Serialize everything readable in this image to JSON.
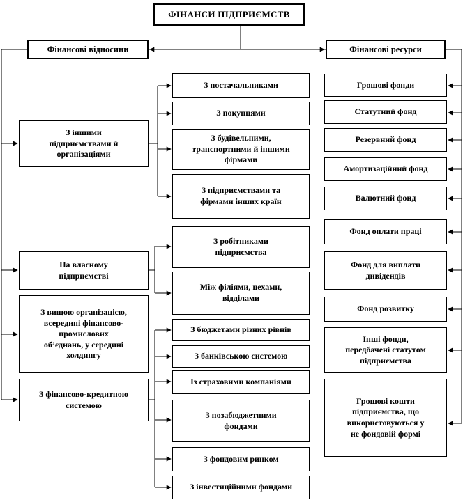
{
  "title": "ФІНАНСИ ПІДПРИЄМСТВ",
  "left_header": "Фінансові відносини",
  "right_header": "Фінансові ресурси",
  "relations": [
    "З іншими\nпідприємствами й\nорганізаціями",
    "На власному\nпідприємстві",
    "З вищою організацією,\nвсередині фінансово-\nпромислових\nоб’єднань, у середині\nхолдингу",
    "З фінансово-кредитною\nсистемою"
  ],
  "relation_details": [
    "З постачальниками",
    "З покупцями",
    "З будівельними,\nтранспортними й іншими\nфірмами",
    "З підприємствами та\nфірмами інших країн",
    "З робітниками\nпідприємства",
    "Між філіями, цехами,\nвідділами",
    "З бюджетами різних рівнів",
    "З банківською системою",
    "Із страховими компаніями",
    "З позабюджетними\nфондами",
    "З фондовим ринком",
    "З інвестиційними фондами"
  ],
  "resources": [
    "Грошові фонди",
    "Статутний фонд",
    "Резервний фонд",
    "Амортизаційний фонд",
    "Валютний фонд",
    "Фонд оплати праці",
    "Фонд для виплати\nдивідендів",
    "Фонд розвитку",
    "Інші фонди,\nпередбачені статутом\nпідприємства",
    "Грошові кошти\nпідприємства, що\nвикористовуються у\nне фондовій формі"
  ]
}
